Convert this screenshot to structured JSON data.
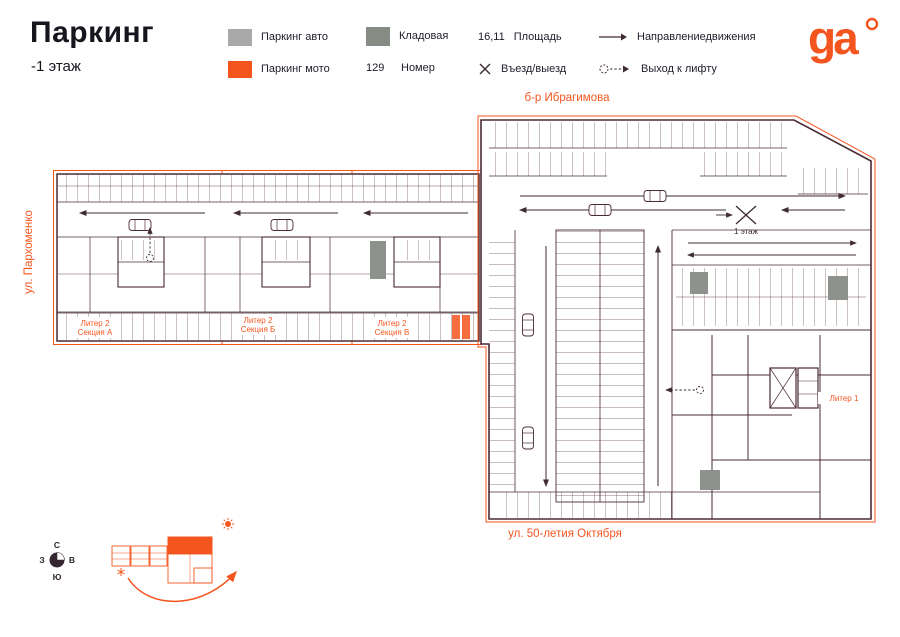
{
  "header": {
    "title": "Паркинг",
    "subtitle": "-1 этаж"
  },
  "legend": {
    "auto": "Паркинг авто",
    "moto": "Паркинг мото",
    "storage": "Кладовая",
    "number_value": "129",
    "number_label": "Номер",
    "area_value": "16,11",
    "area_label": "Площадь",
    "entry": "Въезд/выезд",
    "direction": "Направлениедвижения",
    "elevator": "Выход к лифту"
  },
  "logo": {
    "text": "ga"
  },
  "streets": {
    "top": "б-р Ибрагимова",
    "left": "ул. Пархоменко",
    "bottom": "ул. 50-летия Октября"
  },
  "plan": {
    "section_a1": "Литер 2",
    "section_a2": "Секция А",
    "section_b1": "Литер 2",
    "section_b2": "Секция Б",
    "section_v1": "Литер 2",
    "section_v2": "Секция В",
    "liter1": "Литер 1",
    "floor_mark": "1 этаж"
  },
  "compass": {
    "n": "С",
    "s": "Ю",
    "w": "З",
    "e": "В"
  },
  "colors": {
    "accent_orange": "#f4551f",
    "wall": "#4a2b33",
    "auto_gray": "#a9a9a9",
    "storage_gray": "#868b84",
    "text": "#1d1d2b"
  }
}
